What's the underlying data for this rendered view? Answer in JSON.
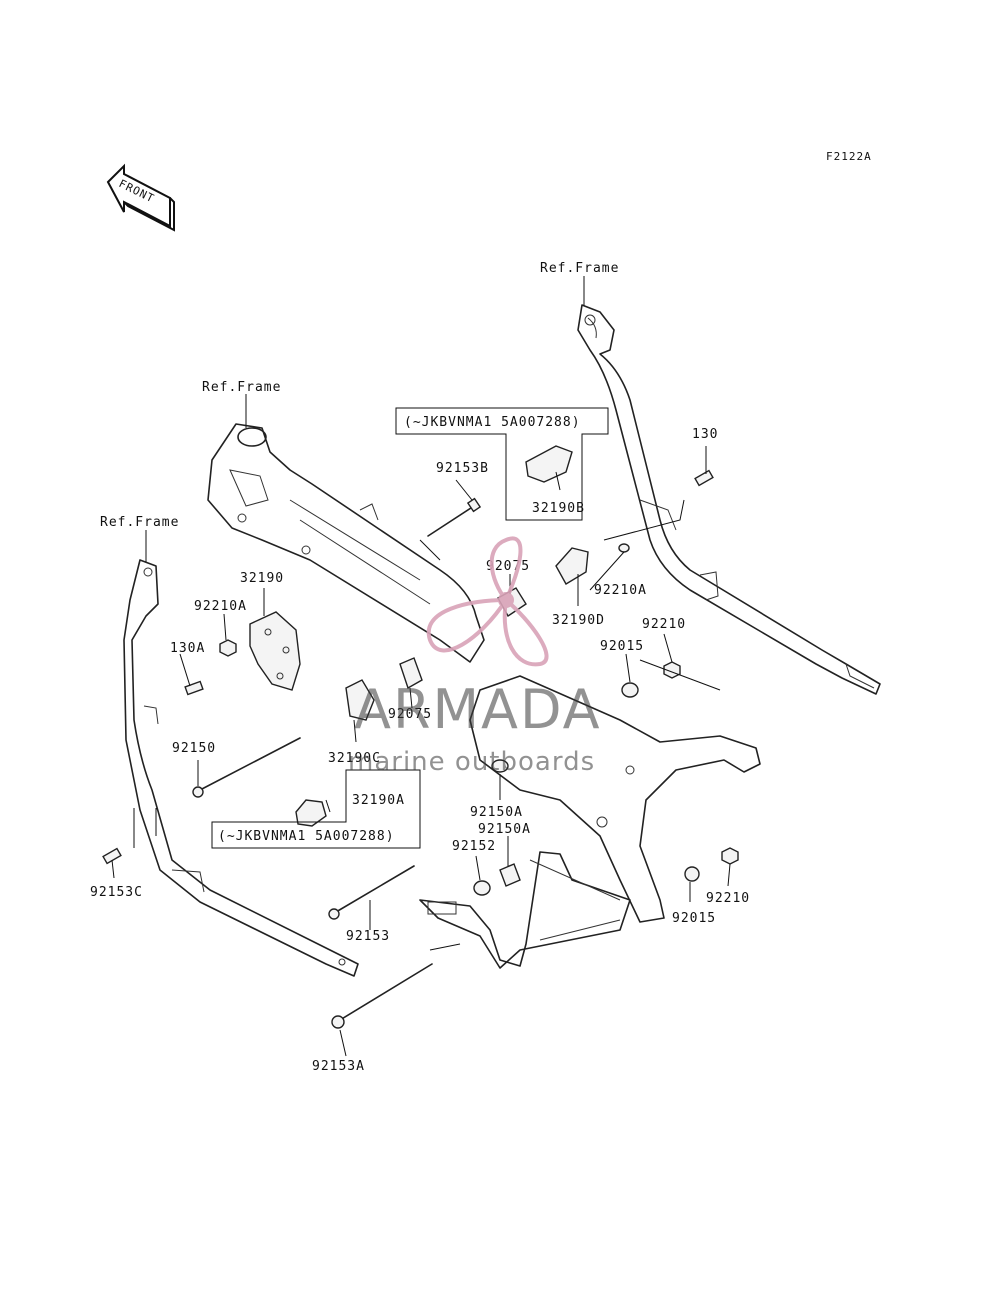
{
  "diagram_code": "F2122A",
  "front_label": "FRONT",
  "ref_frame_labels": [
    "Ref.Frame",
    "Ref.Frame",
    "Ref.Frame"
  ],
  "note_boxes": [
    "(~JKBVNMA1 5A007288)",
    "(~JKBVNMA1 5A007288)"
  ],
  "parts": {
    "p130": "130",
    "p130A": "130A",
    "p92153B": "92153B",
    "p32190B": "32190B",
    "p92075_top": "92075",
    "p92210A_right": "92210A",
    "p32190D": "32190D",
    "p92210_top": "92210",
    "p92015_top": "92015",
    "p32190": "32190",
    "p92210A_left": "92210A",
    "p92075_mid": "92075",
    "p32190C": "32190C",
    "p92150": "92150",
    "p32190A": "32190A",
    "p92150A_1": "92150A",
    "p92150A_2": "92150A",
    "p92152": "92152",
    "p92153C": "92153C",
    "p92153": "92153",
    "p92210_bottom": "92210",
    "p92015_bottom": "92015",
    "p92153A": "92153A"
  },
  "watermark": {
    "brand": "ARMADA",
    "tagline": "marine outboards",
    "color": "#d9a3b8"
  }
}
